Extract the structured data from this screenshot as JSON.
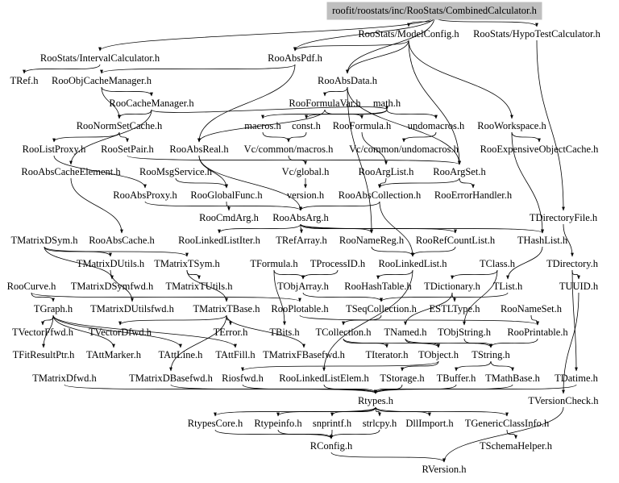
{
  "graph": {
    "root": "roofit/roostats/inc/RooStats/CombinedCalculator.h",
    "nodes": [
      "roofit/roostats/inc/RooStats/CombinedCalculator.h",
      "RooStats/ModelConfig.h",
      "RooStats/HypoTestCalculator.h",
      "RooStats/IntervalCalculator.h",
      "RooAbsPdf.h",
      "TRef.h",
      "RooObjCacheManager.h",
      "RooAbsData.h",
      "RooCacheManager.h",
      "RooFormulaVar.h",
      "math.h",
      "RooNormSetCache.h",
      "macros.h",
      "const.h",
      "RooFormula.h",
      "undomacros.h",
      "RooWorkspace.h",
      "RooListProxy.h",
      "RooSetPair.h",
      "RooAbsReal.h",
      "Vc/common/macros.h",
      "Vc/common/undomacros.h",
      "RooExpensiveObjectCache.h",
      "RooAbsCacheElement.h",
      "RooMsgService.h",
      "Vc/global.h",
      "RooArgList.h",
      "RooArgSet.h",
      "RooAbsProxy.h",
      "RooGlobalFunc.h",
      "version.h",
      "RooAbsCollection.h",
      "RooErrorHandler.h",
      "RooCmdArg.h",
      "RooAbsArg.h",
      "TDirectoryFile.h",
      "TMatrixDSym.h",
      "RooAbsCache.h",
      "RooLinkedListIter.h",
      "TRefArray.h",
      "RooNameReg.h",
      "RooRefCountList.h",
      "THashList.h",
      "TMatrixDUtils.h",
      "TMatrixTSym.h",
      "TFormula.h",
      "TProcessID.h",
      "RooLinkedList.h",
      "TClass.h",
      "TDirectory.h",
      "RooCurve.h",
      "TMatrixDSymfwd.h",
      "TMatrixTUtils.h",
      "TObjArray.h",
      "RooHashTable.h",
      "TDictionary.h",
      "TList.h",
      "TUUID.h",
      "TGraph.h",
      "TMatrixDUtilsfwd.h",
      "TMatrixTBase.h",
      "RooPlotable.h",
      "TSeqCollection.h",
      "ESTLType.h",
      "RooNameSet.h",
      "TVectorFfwd.h",
      "TVectorDfwd.h",
      "TError.h",
      "TBits.h",
      "TCollection.h",
      "TNamed.h",
      "TObjString.h",
      "RooPrintable.h",
      "TFitResultPtr.h",
      "TAttMarker.h",
      "TAttLine.h",
      "TAttFill.h",
      "TMatrixFBasefwd.h",
      "TIterator.h",
      "TObject.h",
      "TString.h",
      "TMatrixDfwd.h",
      "TMatrixDBasefwd.h",
      "Riosfwd.h",
      "RooLinkedListElem.h",
      "TStorage.h",
      "TBuffer.h",
      "TMathBase.h",
      "TDatime.h",
      "Rtypes.h",
      "TVersionCheck.h",
      "RtypesCore.h",
      "Rtypeinfo.h",
      "snprintf.h",
      "strlcpy.h",
      "DllImport.h",
      "TGenericClassInfo.h",
      "RConfig.h",
      "TSchemaHelper.h",
      "RVersion.h"
    ],
    "edges": [
      [
        "roofit/roostats/inc/RooStats/CombinedCalculator.h",
        "RooStats/ModelConfig.h"
      ],
      [
        "roofit/roostats/inc/RooStats/CombinedCalculator.h",
        "RooStats/HypoTestCalculator.h"
      ],
      [
        "roofit/roostats/inc/RooStats/CombinedCalculator.h",
        "RooStats/IntervalCalculator.h"
      ],
      [
        "roofit/roostats/inc/RooStats/CombinedCalculator.h",
        "RooAbsPdf.h"
      ],
      [
        "roofit/roostats/inc/RooStats/CombinedCalculator.h",
        "RooAbsData.h"
      ],
      [
        "RooStats/ModelConfig.h",
        "RooAbsPdf.h"
      ],
      [
        "RooStats/ModelConfig.h",
        "RooAbsData.h"
      ],
      [
        "RooStats/ModelConfig.h",
        "RooWorkspace.h"
      ],
      [
        "RooStats/ModelConfig.h",
        "RooArgSet.h"
      ],
      [
        "RooStats/HypoTestCalculator.h",
        "TDirectoryFile.h"
      ],
      [
        "RooStats/IntervalCalculator.h",
        "TRef.h"
      ],
      [
        "RooAbsPdf.h",
        "RooAbsReal.h"
      ],
      [
        "RooAbsPdf.h",
        "RooObjCacheManager.h"
      ],
      [
        "RooAbsData.h",
        "RooArgSet.h"
      ],
      [
        "RooAbsData.h",
        "RooFormulaVar.h"
      ],
      [
        "RooAbsData.h",
        "RooNameReg.h"
      ],
      [
        "RooObjCacheManager.h",
        "RooCacheManager.h"
      ],
      [
        "RooObjCacheManager.h",
        "RooNormSetCache.h"
      ],
      [
        "RooCacheManager.h",
        "RooNormSetCache.h"
      ],
      [
        "RooCacheManager.h",
        "RooAbsCacheElement.h"
      ],
      [
        "RooCacheManager.h",
        "math.h"
      ],
      [
        "RooFormulaVar.h",
        "RooFormula.h"
      ],
      [
        "RooFormulaVar.h",
        "RooAbsReal.h"
      ],
      [
        "math.h",
        "undomacros.h"
      ],
      [
        "math.h",
        "macros.h"
      ],
      [
        "math.h",
        "const.h"
      ],
      [
        "RooNormSetCache.h",
        "RooSetPair.h"
      ],
      [
        "RooNormSetCache.h",
        "RooListProxy.h"
      ],
      [
        "macros.h",
        "Vc/common/macros.h"
      ],
      [
        "const.h",
        "Vc/common/macros.h"
      ],
      [
        "undomacros.h",
        "Vc/common/undomacros.h"
      ],
      [
        "RooWorkspace.h",
        "RooExpensiveObjectCache.h"
      ],
      [
        "RooWorkspace.h",
        "THashList.h"
      ],
      [
        "RooFormula.h",
        "RooArgList.h"
      ],
      [
        "RooAbsReal.h",
        "RooAbsArg.h"
      ],
      [
        "RooAbsReal.h",
        "RooGlobalFunc.h"
      ],
      [
        "RooSetPair.h",
        "RooArgSet.h"
      ],
      [
        "RooListProxy.h",
        "RooAbsProxy.h"
      ],
      [
        "Vc/common/macros.h",
        "Vc/global.h"
      ],
      [
        "Vc/global.h",
        "version.h"
      ],
      [
        "RooArgList.h",
        "RooAbsCollection.h"
      ],
      [
        "RooArgSet.h",
        "RooAbsCollection.h"
      ],
      [
        "RooArgSet.h",
        "RooErrorHandler.h"
      ],
      [
        "RooAbsCacheElement.h",
        "RooAbsCache.h"
      ],
      [
        "RooMsgService.h",
        "RooGlobalFunc.h"
      ],
      [
        "RooAbsProxy.h",
        "RooAbsArg.h"
      ],
      [
        "RooGlobalFunc.h",
        "RooCmdArg.h"
      ],
      [
        "RooAbsCollection.h",
        "RooAbsArg.h"
      ],
      [
        "RooAbsCollection.h",
        "RooLinkedList.h"
      ],
      [
        "RooAbsArg.h",
        "THashList.h"
      ],
      [
        "RooAbsArg.h",
        "TRefArray.h"
      ],
      [
        "RooAbsArg.h",
        "RooRefCountList.h"
      ],
      [
        "RooAbsArg.h",
        "RooLinkedListIter.h"
      ],
      [
        "RooAbsArg.h",
        "RooNameReg.h"
      ],
      [
        "TDirectoryFile.h",
        "TDirectory.h"
      ],
      [
        "TMatrixDSym.h",
        "TMatrixDUtils.h"
      ],
      [
        "TMatrixDSym.h",
        "TMatrixDSymfwd.h"
      ],
      [
        "TMatrixDSym.h",
        "TMatrixTSym.h"
      ],
      [
        "TMatrixTSym.h",
        "TMatrixTUtils.h"
      ],
      [
        "TMatrixTSym.h",
        "TMatrixTBase.h"
      ],
      [
        "TMatrixDUtils.h",
        "TMatrixDUtilsfwd.h"
      ],
      [
        "TFormula.h",
        "TBits.h"
      ],
      [
        "TFormula.h",
        "TObjArray.h"
      ],
      [
        "TProcessID.h",
        "TObjArray.h"
      ],
      [
        "RooLinkedList.h",
        "RooHashTable.h"
      ],
      [
        "RooLinkedList.h",
        "RooLinkedListElem.h"
      ],
      [
        "RooRefCountList.h",
        "RooLinkedList.h"
      ],
      [
        "RooNameReg.h",
        "RooLinkedList.h"
      ],
      [
        "THashList.h",
        "TList.h"
      ],
      [
        "TClass.h",
        "TDictionary.h"
      ],
      [
        "TClass.h",
        "TObjString.h"
      ],
      [
        "TDirectory.h",
        "TUUID.h"
      ],
      [
        "TDirectory.h",
        "TDatime.h"
      ],
      [
        "RooCurve.h",
        "TGraph.h"
      ],
      [
        "RooCurve.h",
        "RooPlotable.h"
      ],
      [
        "TGraph.h",
        "TVectorFfwd.h"
      ],
      [
        "TGraph.h",
        "TAttLine.h"
      ],
      [
        "TGraph.h",
        "TAttFill.h"
      ],
      [
        "TGraph.h",
        "TAttMarker.h"
      ],
      [
        "TGraph.h",
        "TFitResultPtr.h"
      ],
      [
        "TMatrixTBase.h",
        "TError.h"
      ],
      [
        "TMatrixTBase.h",
        "TVectorDfwd.h"
      ],
      [
        "TMatrixTBase.h",
        "TMatrixFBasefwd.h"
      ],
      [
        "TMatrixTBase.h",
        "TMatrixDBasefwd.h"
      ],
      [
        "TObjArray.h",
        "TSeqCollection.h"
      ],
      [
        "TList.h",
        "TSeqCollection.h"
      ],
      [
        "TSeqCollection.h",
        "TCollection.h"
      ],
      [
        "TCollection.h",
        "TIterator.h"
      ],
      [
        "TCollection.h",
        "TObject.h"
      ],
      [
        "TDictionary.h",
        "TNamed.h"
      ],
      [
        "TDictionary.h",
        "ESTLType.h"
      ],
      [
        "RooPlotable.h",
        "RooPrintable.h"
      ],
      [
        "RooNameSet.h",
        "RooPrintable.h"
      ],
      [
        "TNamed.h",
        "TString.h"
      ],
      [
        "TObjString.h",
        "TString.h"
      ],
      [
        "TNamed.h",
        "TObject.h"
      ],
      [
        "RooPrintable.h",
        "TString.h"
      ],
      [
        "TObject.h",
        "TStorage.h"
      ],
      [
        "TObject.h",
        "Riosfwd.h"
      ],
      [
        "TString.h",
        "TMathBase.h"
      ],
      [
        "TString.h",
        "TBuffer.h"
      ],
      [
        "TUUID.h",
        "TVersionCheck.h"
      ],
      [
        "TMatrixDfwd.h",
        "Rtypes.h"
      ],
      [
        "TMatrixDBasefwd.h",
        "Rtypes.h"
      ],
      [
        "Riosfwd.h",
        "Rtypes.h"
      ],
      [
        "RooLinkedListElem.h",
        "Rtypes.h"
      ],
      [
        "TStorage.h",
        "Rtypes.h"
      ],
      [
        "TBuffer.h",
        "Rtypes.h"
      ],
      [
        "TMathBase.h",
        "Rtypes.h"
      ],
      [
        "TDatime.h",
        "Rtypes.h"
      ],
      [
        "TVersionCheck.h",
        "RVersion.h"
      ],
      [
        "Rtypes.h",
        "RtypesCore.h"
      ],
      [
        "Rtypes.h",
        "Rtypeinfo.h"
      ],
      [
        "Rtypes.h",
        "snprintf.h"
      ],
      [
        "Rtypes.h",
        "strlcpy.h"
      ],
      [
        "Rtypes.h",
        "DllImport.h"
      ],
      [
        "Rtypes.h",
        "TGenericClassInfo.h"
      ],
      [
        "RtypesCore.h",
        "RConfig.h"
      ],
      [
        "Rtypeinfo.h",
        "RConfig.h"
      ],
      [
        "snprintf.h",
        "RConfig.h"
      ],
      [
        "strlcpy.h",
        "RConfig.h"
      ],
      [
        "TGenericClassInfo.h",
        "TSchemaHelper.h"
      ],
      [
        "RConfig.h",
        "RVersion.h"
      ]
    ]
  },
  "colors": {
    "root_fill": "#bfbfbf",
    "edge": "#000000",
    "text": "#000000"
  }
}
